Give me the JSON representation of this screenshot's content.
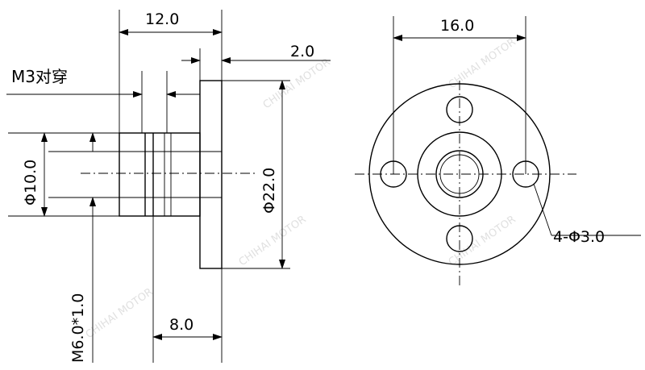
{
  "dimensions": {
    "overall_length": "12.0",
    "flange_thickness": "2.0",
    "cross_hole": "M3对穿",
    "hub_diameter": "Φ10.0",
    "flange_diameter": "Φ22.0",
    "thread": "M6.0*1.0",
    "hub_length": "8.0",
    "bolt_circle": "16.0",
    "bolt_holes": "4-Φ3.0"
  },
  "watermark": "CHIHAI MOTOR"
}
